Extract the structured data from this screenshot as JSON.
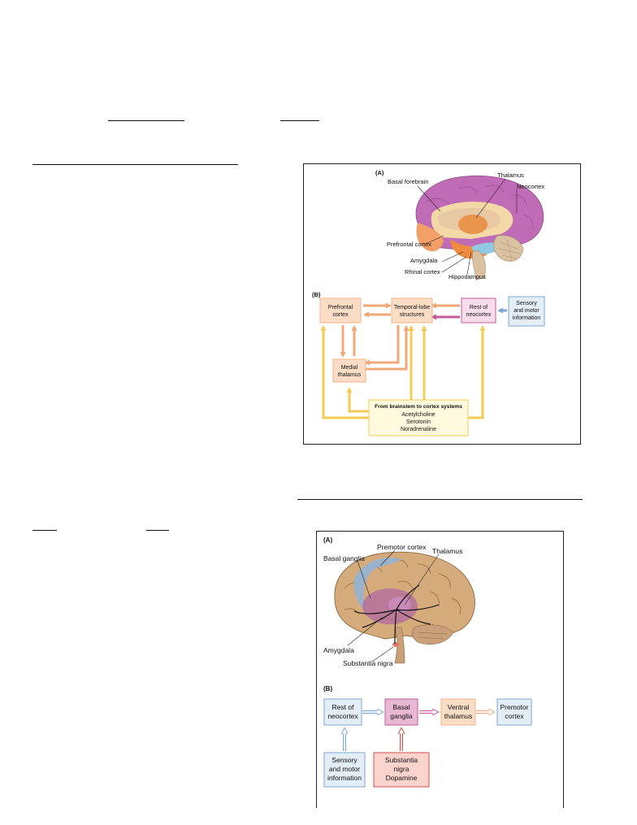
{
  "figure1": {
    "panel_a_label": "(A)",
    "panel_a_labels": {
      "basal_forebrain": "Basal forebrain",
      "thalamus": "Thalamus",
      "neocortex": "Neocortex",
      "prefrontal_cortex": "Prefrontal cortex",
      "amygdala": "Amygdala",
      "rhinal_cortex": "Rhinal cortex",
      "hippocampus": "Hippocampus"
    },
    "panel_b_label": "(B)",
    "panel_b_boxes": {
      "prefrontal": [
        "Prefrontal",
        "cortex"
      ],
      "temporal": [
        "Temporal-lobe",
        "structures"
      ],
      "rest": [
        "Rest of",
        "neocortex"
      ],
      "sensory": [
        "Sensory",
        "and motor",
        "information"
      ],
      "medial": [
        "Medial",
        "thalamus"
      ],
      "brainstem_title": "From brainstem to cortex systems",
      "brainstem_items": [
        "Acetylcholine",
        "Serotonin",
        "Noradrenaline"
      ]
    }
  },
  "figure2": {
    "panel_a_label": "(A)",
    "panel_a_labels": {
      "premotor_cortex": "Premotor cortex",
      "basal_ganglia": "Basal ganglia",
      "thalamus": "Thalamus",
      "amygdala": "Amygdala",
      "substantia_nigra": "Substantia nigra"
    },
    "panel_b_label": "(B)",
    "panel_b_boxes": {
      "rest": [
        "Rest of",
        "neocortex"
      ],
      "basal": [
        "Basal",
        "ganglia"
      ],
      "ventral": [
        "Ventral",
        "thalamus"
      ],
      "premotor": [
        "Premotor",
        "cortex"
      ],
      "sensory": [
        "Sensory",
        "and motor",
        "information"
      ],
      "nigra": [
        "Substantia",
        "nigra",
        "Dopamine"
      ]
    }
  },
  "colors": {
    "prefrontal_fill": "#fbdcc4",
    "prefrontal_stroke": "#f2b48a",
    "rest_fill": "#f7dcea",
    "rest_stroke": "#c55a9a",
    "sensory_fill": "#e4eef7",
    "sensory_stroke": "#7fa7cf",
    "brainstem_fill": "#fff9dd",
    "brainstem_stroke": "#f2cc56",
    "basal_fill": "#e8b7d4",
    "nigra_fill": "#fbd3cd",
    "nigra_stroke": "#d6524b"
  }
}
